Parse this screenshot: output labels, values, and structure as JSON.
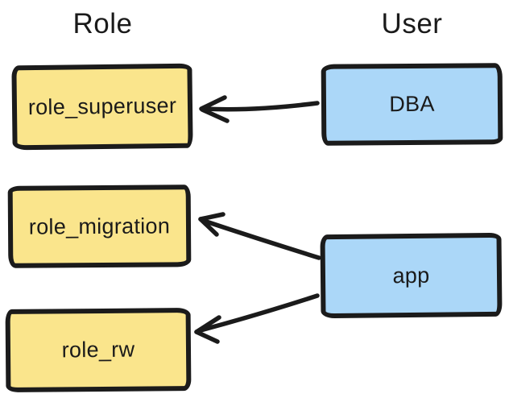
{
  "diagram": {
    "columns": [
      {
        "label": "Role"
      },
      {
        "label": "User"
      }
    ],
    "roles": [
      {
        "label": "role_superuser"
      },
      {
        "label": "role_migration"
      },
      {
        "label": "role_rw"
      }
    ],
    "users": [
      {
        "label": "DBA"
      },
      {
        "label": "app"
      }
    ],
    "edges": [
      {
        "from": "DBA",
        "to": "role_superuser"
      },
      {
        "from": "app",
        "to": "role_migration"
      },
      {
        "from": "app",
        "to": "role_rw"
      }
    ],
    "colors": {
      "background": "#FFFFFF",
      "role_fill": "#FAE58C",
      "user_fill": "#ABD7F8",
      "stroke": "#1B1B1B",
      "text": "#1A1A1A"
    }
  }
}
